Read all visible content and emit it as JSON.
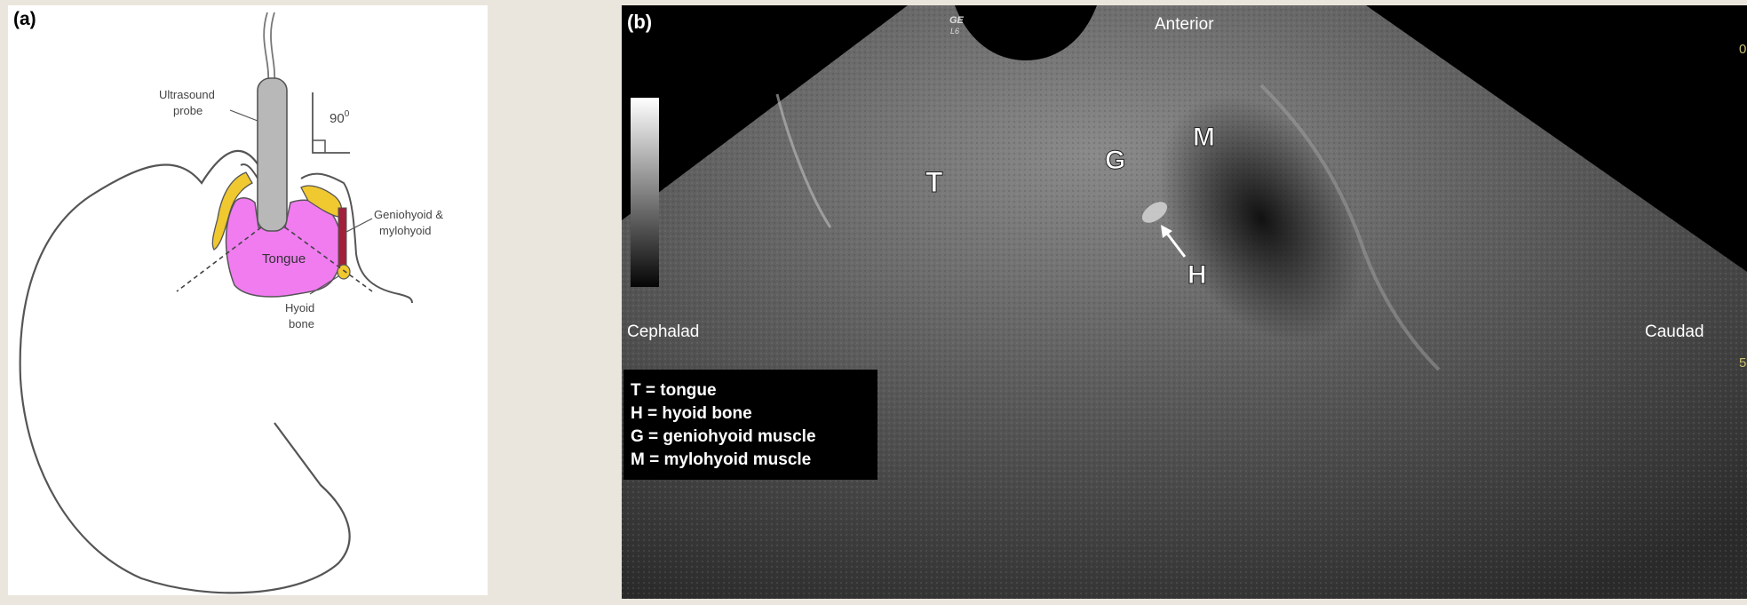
{
  "panel_a": {
    "label": "(a)",
    "probe_label_line1": "Ultrasound",
    "probe_label_line2": "probe",
    "angle_label": "90",
    "angle_degree": "0",
    "tongue_label": "Tongue",
    "muscle_label_line1": "Geniohyoid &",
    "muscle_label_line2": "mylohyoid",
    "hyoid_label_line1": "Hyoid",
    "hyoid_label_line2": "bone"
  },
  "panel_b": {
    "label": "(b)",
    "brand_line1": "GE",
    "brand_line2": "L6",
    "anterior": "Anterior",
    "cephalad": "Cephalad",
    "caudad": "Caudad",
    "depth_top": "0",
    "depth_bottom": "5",
    "markers": {
      "T": "T",
      "G": "G",
      "M": "M",
      "H": "H"
    },
    "legend": [
      "T = tongue",
      "H = hyoid bone",
      "G = geniohyoid muscle",
      "M = mylohyoid muscle"
    ]
  },
  "colors": {
    "tongue": "#f07cf0",
    "bone": "#f0c830",
    "muscle": "#a0203a",
    "probe": "#b8b8b8"
  }
}
